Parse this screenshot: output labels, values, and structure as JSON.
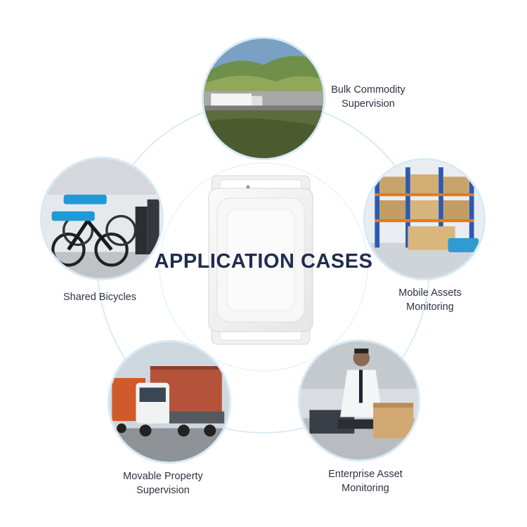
{
  "title": "APPLICATION CASES",
  "cases": [
    {
      "line1": "Bulk Commodity",
      "line2": "Supervision"
    },
    {
      "line1": "Mobile Assets",
      "line2": "Monitoring"
    },
    {
      "line1": "Enterprise Asset",
      "line2": "Monitoring"
    },
    {
      "line1": "Movable Property",
      "line2": "Supervision"
    },
    {
      "line1": "Shared Bicycles",
      "line2": ""
    }
  ],
  "colors": {
    "title": "#1f2d4e",
    "ring": "#cfe6f3",
    "photo_border": "#d6e9f5",
    "label": "#2d3343"
  }
}
